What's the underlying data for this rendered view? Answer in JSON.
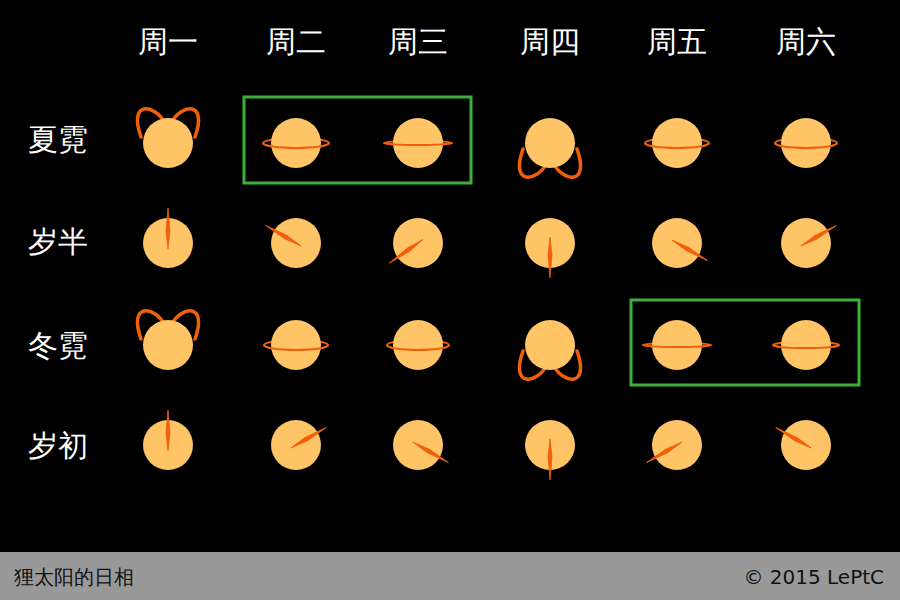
{
  "diagram": {
    "caption": "狸太阳的日相",
    "labels": [
      "周一",
      "周二",
      "周三",
      "周四",
      "周五",
      "周六",
      "夏霓",
      "岁半",
      "冬霓",
      "岁初",
      "© 2015 LePtC"
    ]
  }
}
